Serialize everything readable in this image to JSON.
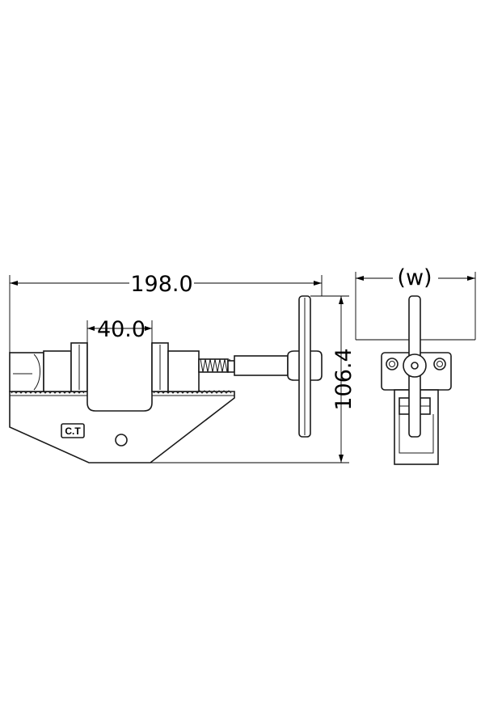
{
  "dimensions": {
    "overall_length": "198.0",
    "jaw_opening": "40.0",
    "height": "106.4",
    "width": "(w)"
  },
  "logo": "C.T",
  "colors": {
    "line": "#1a1a1a",
    "background": "#ffffff"
  }
}
